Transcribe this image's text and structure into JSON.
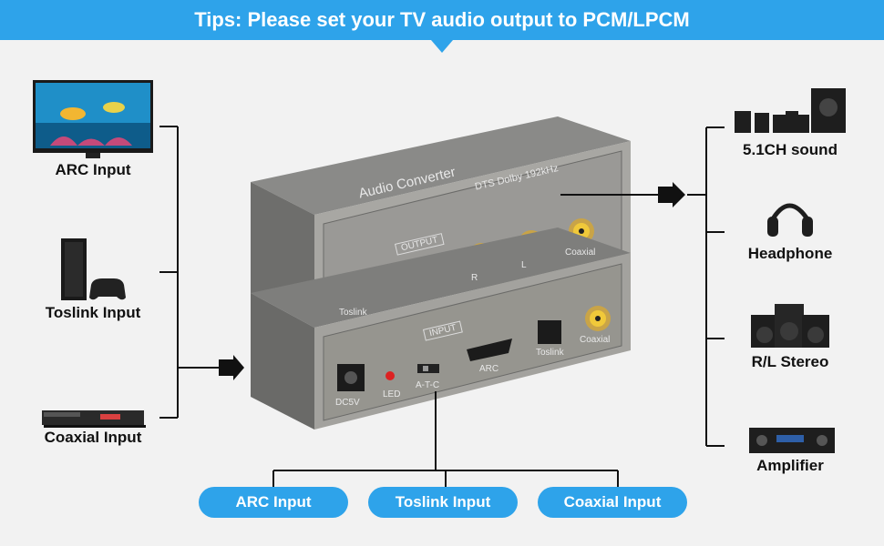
{
  "banner": {
    "text": "Tips: Please set your TV audio output to PCM/LPCM",
    "color": "#2ea3ea"
  },
  "sources": [
    {
      "label": "ARC Input",
      "icon": "tv-icon"
    },
    {
      "label": "Toslink Input",
      "icon": "game-console-icon"
    },
    {
      "label": "Coaxial Input",
      "icon": "dvd-player-icon"
    }
  ],
  "outputs": [
    {
      "label": "5.1CH sound",
      "icon": "surround-speakers-icon"
    },
    {
      "label": "Headphone",
      "icon": "headphone-icon"
    },
    {
      "label": "R/L Stereo",
      "icon": "stereo-speakers-icon"
    },
    {
      "label": "Amplifier",
      "icon": "amplifier-icon"
    }
  ],
  "device": {
    "title": "Audio Converter",
    "subtitle": "DTS Dolby 192kHz",
    "output_panel": {
      "section": "OUTPUT",
      "toslink": "Toslink",
      "right": "R",
      "left": "L",
      "coaxial": "Coaxial"
    },
    "input_panel": {
      "section": "INPUT",
      "dc": "DC5V",
      "led": "LED",
      "switch": "A-T-C",
      "arc": "ARC",
      "toslink": "Toslink",
      "coaxial": "Coaxial"
    }
  },
  "switch_modes": [
    "ARC Input",
    "Toslink Input",
    "Coaxial Input"
  ]
}
